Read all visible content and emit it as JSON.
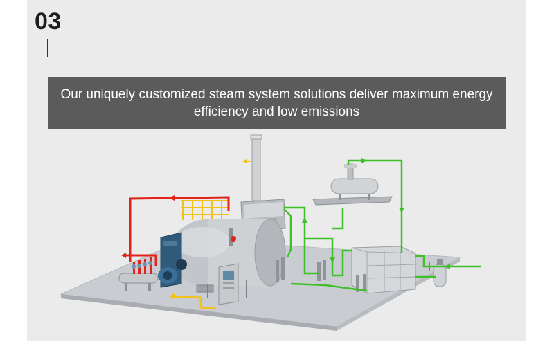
{
  "section": {
    "number": "03",
    "headline": "Our uniquely customized steam system solutions deliver maximum energy efficiency and low emissions"
  },
  "illustration": {
    "subject": "steam boiler system diagram",
    "colors": {
      "panel_background": "#ebebeb",
      "banner_background": "#5b5b5b",
      "steam_pipe": "#e0241b",
      "water_pipe": "#3fbf2a",
      "gas_pipe": "#f2c21b",
      "boiler_body": "#c8ccd0",
      "burner": "#2f5a7a",
      "floor": "#c9ccd0"
    }
  }
}
